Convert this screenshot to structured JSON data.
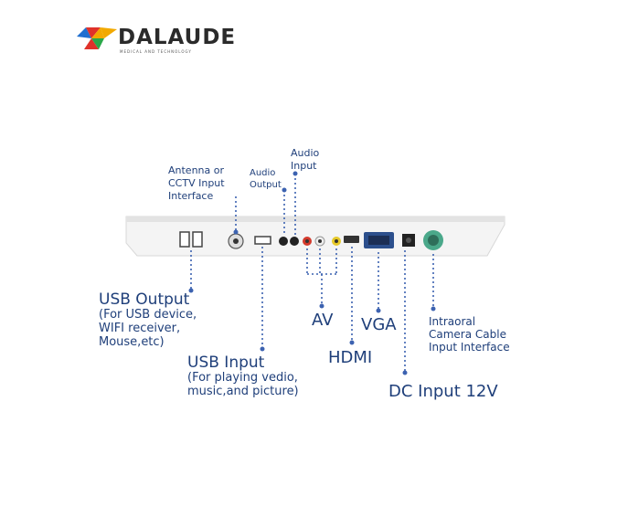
{
  "logo": {
    "name": "DALAUDE",
    "tagline": "MEDICAL AND TECHNOLOGY",
    "colors": [
      "#f2a900",
      "#e0322a",
      "#2aa84a",
      "#1f6fd0"
    ]
  },
  "labels": {
    "antenna": "Antenna or\nCCTV Input\nInterface",
    "audio_output": "Audio\nOutput",
    "audio_input": "Audio\nInput",
    "usb_output_title": "USB Output",
    "usb_output_desc": "(For USB device,\nWIFI receiver,\nMouse,etc)",
    "usb_input_title": "USB Input",
    "usb_input_desc": "(For playing vedio,\nmusic,and picture)",
    "av": "AV",
    "vga": "VGA",
    "hdmi": "HDMI",
    "dc_input": "DC Input 12V",
    "intraoral": "Intraoral\nCamera Cable\nInput Interface"
  },
  "colors": {
    "label_text": "#1f3f7a",
    "leader_line": "#3c62b0",
    "device_body": "#f2f2f2",
    "port_dark": "#222222",
    "vga_blue": "#2c4f8c",
    "rca_red": "#d33a2c",
    "rca_white": "#f5f5f5",
    "rca_yellow": "#e6c92a",
    "camera_port": "#4aa88a"
  }
}
